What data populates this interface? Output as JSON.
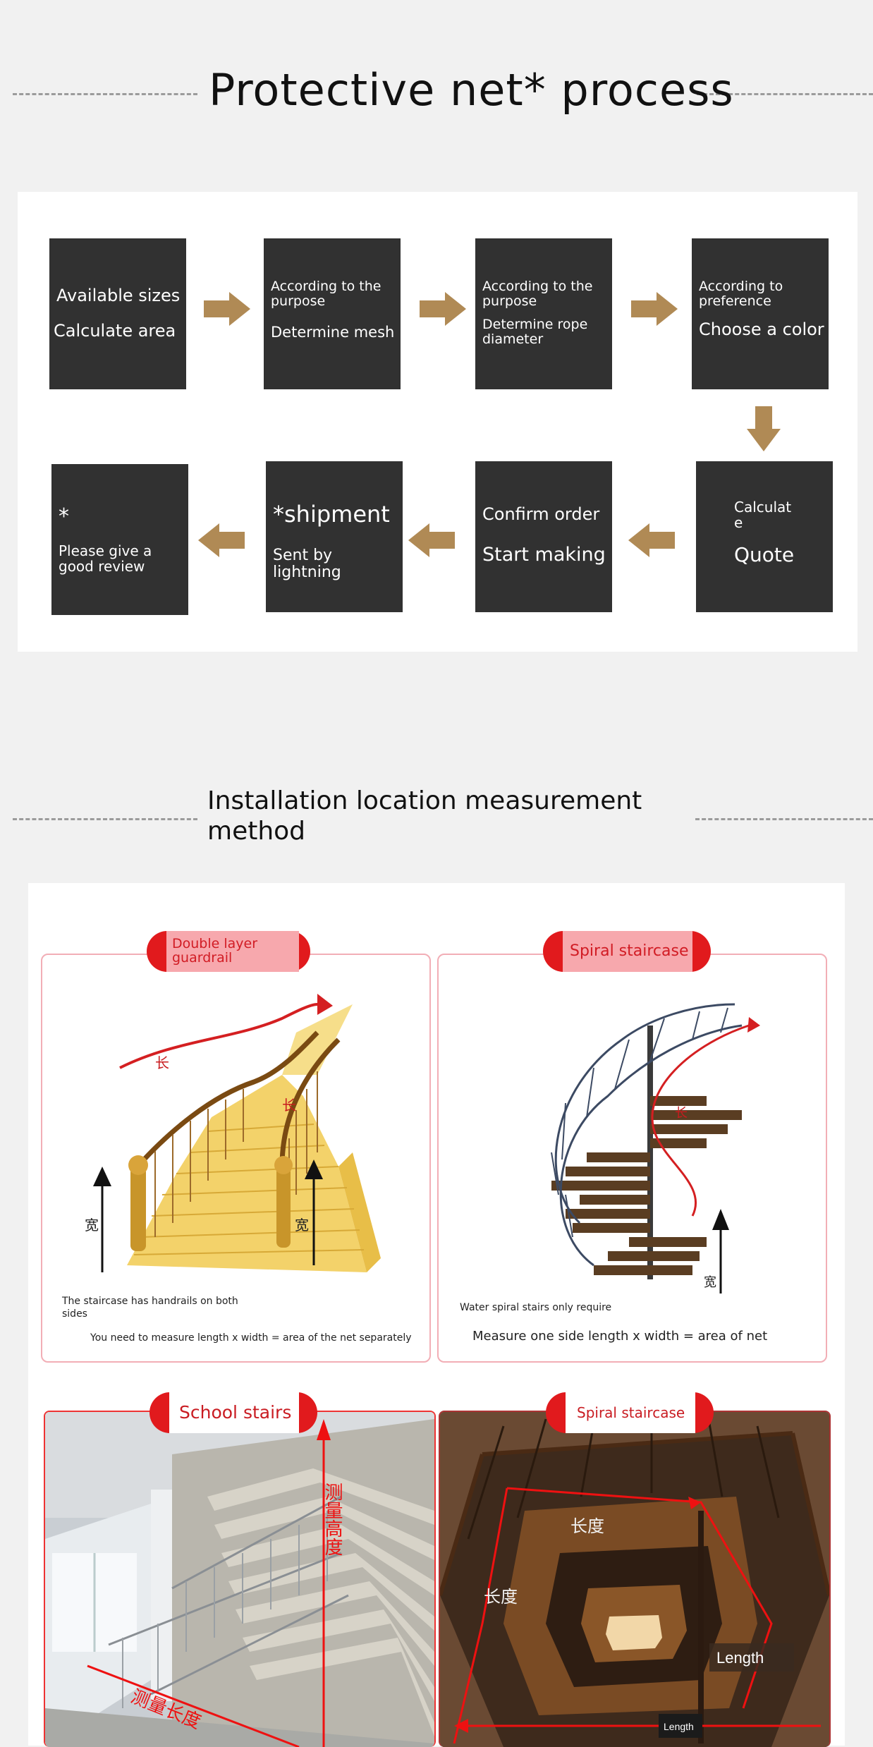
{
  "section1": {
    "title": "Protective net* process",
    "steps": [
      {
        "line1": "Available sizes",
        "line2": "Calculate area"
      },
      {
        "line1": "According to the purpose",
        "line2": "Determine mesh"
      },
      {
        "line1": "According to the purpose",
        "line2": "Determine rope diameter"
      },
      {
        "line1": "According to preference",
        "line2": "Choose a color"
      },
      {
        "line1": "Calculat e",
        "line2": "Quote"
      },
      {
        "line1": "Confirm order",
        "line2": "Start making"
      },
      {
        "line1": "*shipment",
        "line2": "Sent by lightning"
      },
      {
        "line1": "*",
        "line2": "Please give a good review"
      }
    ]
  },
  "section2": {
    "title": "Installation location measurement method",
    "cards": [
      {
        "label": "Double layer guardrail",
        "note": "The staircase has handrails on both sides",
        "formula": "You need to measure length x width = area of the net separately",
        "marks": {
          "length": "长",
          "width": "宽"
        }
      },
      {
        "label": "Spiral staircase",
        "note": "Water spiral stairs only require",
        "formula": "Measure one side length x width = area of net",
        "marks": {
          "length": "长",
          "width": "宽"
        }
      },
      {
        "label": "School stairs",
        "marks": {
          "height": "测量高度",
          "length": "测量长度"
        }
      },
      {
        "label": "Spiral staircase",
        "marks": {
          "length_cn": "长度",
          "length_en": "Length",
          "length_en_small": "Length"
        }
      }
    ]
  },
  "colors": {
    "page_bg": "#f1f1f1",
    "box_bg": "#313131",
    "arrow": "#b08a55",
    "accent_red": "#e11a1d",
    "label_pink": "#f7a8ad",
    "card_border": "#f2aeb6"
  }
}
